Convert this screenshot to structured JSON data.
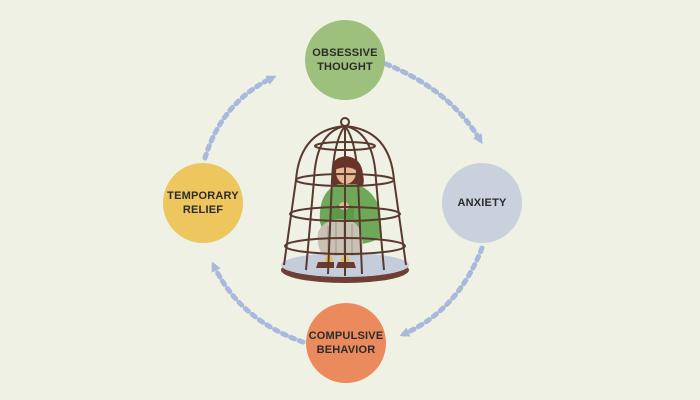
{
  "diagram": {
    "nodes": [
      {
        "id": "obsessive-thought",
        "label": "OBSESSIVE\nTHOUGHT",
        "color": "#9ec07d"
      },
      {
        "id": "anxiety",
        "label": "ANXIETY",
        "color": "#c9d1dc"
      },
      {
        "id": "compulsive-behavior",
        "label": "COMPULSIVE\nBEHAVIOR",
        "color": "#ea8a5d"
      },
      {
        "id": "temporary-relief",
        "label": "TEMPORARY\nRELIEF",
        "color": "#edc65e"
      }
    ],
    "arrow_color": "#a9b9dc",
    "center_illustration": "woman-in-cage-illustration"
  }
}
